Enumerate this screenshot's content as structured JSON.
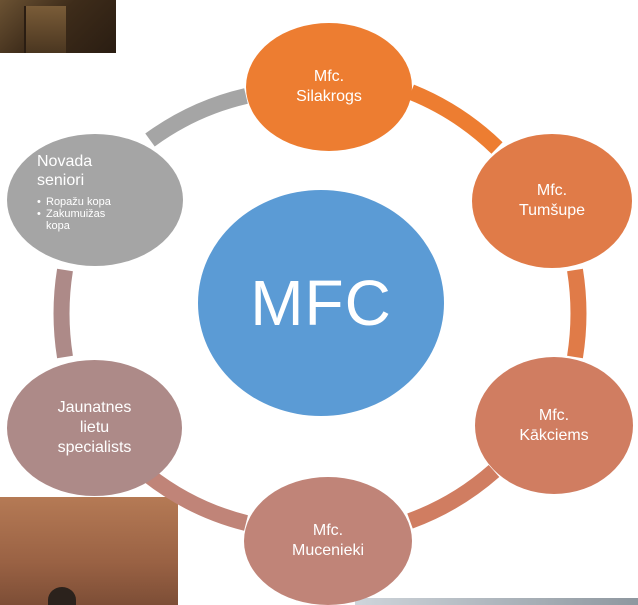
{
  "center": {
    "label": "MFC",
    "color": "#5b9bd5"
  },
  "ring": {
    "colors": [
      "#ed7d31",
      "#e07b48",
      "#d07d61",
      "#c08478",
      "#ad8a88",
      "#a5a5a5"
    ]
  },
  "nodes": {
    "silakrogs": {
      "line1": "Mfc.",
      "line2": "Silakrogs",
      "color": "#ed7d31"
    },
    "tumsupe": {
      "line1": "Mfc.",
      "line2": "Tumšupe",
      "color": "#e07b48"
    },
    "kakciems": {
      "line1": "Mfc.",
      "line2": "Kākciems",
      "color": "#d07d61"
    },
    "mucenieki": {
      "line1": "Mfc.",
      "line2": "Mucenieki",
      "color": "#c08478"
    },
    "jaunatnes": {
      "line1": "Jaunatnes",
      "line2": "lietu",
      "line3": "specialists",
      "color": "#ad8a88"
    },
    "seniori": {
      "line1": "Novada",
      "line2": "seniori",
      "bullets": [
        "Ropažu kopa",
        "Zakumuižas",
        "kopa"
      ],
      "color": "#a5a5a5"
    }
  }
}
